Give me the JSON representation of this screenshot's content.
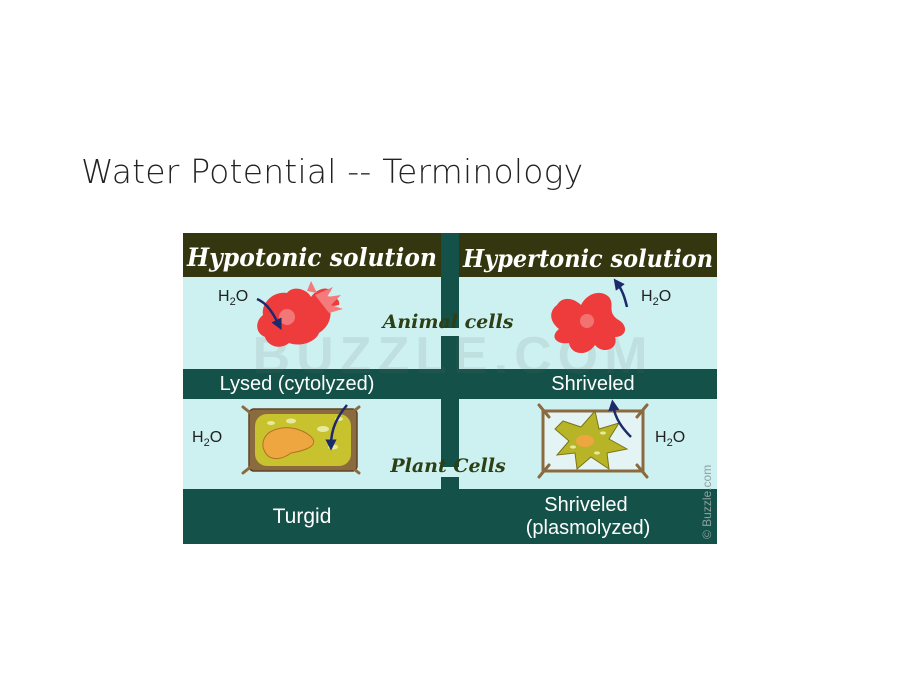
{
  "slide": {
    "title": "Water Potential --  Terminology"
  },
  "figure": {
    "headers": {
      "left": "Hypotonic solution",
      "right": "Hypertonic solution"
    },
    "row_labels": {
      "animal": "Animal cells",
      "plant": "Plant Cells"
    },
    "outcomes": {
      "animal_hypotonic": "Lysed (cytolyzed)",
      "animal_hypertonic": "Shriveled",
      "plant_hypotonic": "Turgid",
      "plant_hypertonic_line1": "Shriveled",
      "plant_hypertonic_line2": "(plasmolyzed)"
    },
    "water_labels": {
      "animal_left": "H",
      "animal_right": "H",
      "plant_left": "H",
      "plant_right": "H",
      "subscript": "2",
      "element": "O"
    },
    "watermark": "BUZZLE.COM",
    "credit": "© Buzzle.com",
    "colors": {
      "header_bg": "#34360f",
      "panel_bg": "#cdf1f1",
      "band_bg": "#145148",
      "animal_cell": "#ee3b3b",
      "plant_wall": "#8a6a3e",
      "plant_cytoplasm": "#c8c22e",
      "plant_vacuole": "#eea640",
      "arrow": "#1b2a6b"
    }
  }
}
